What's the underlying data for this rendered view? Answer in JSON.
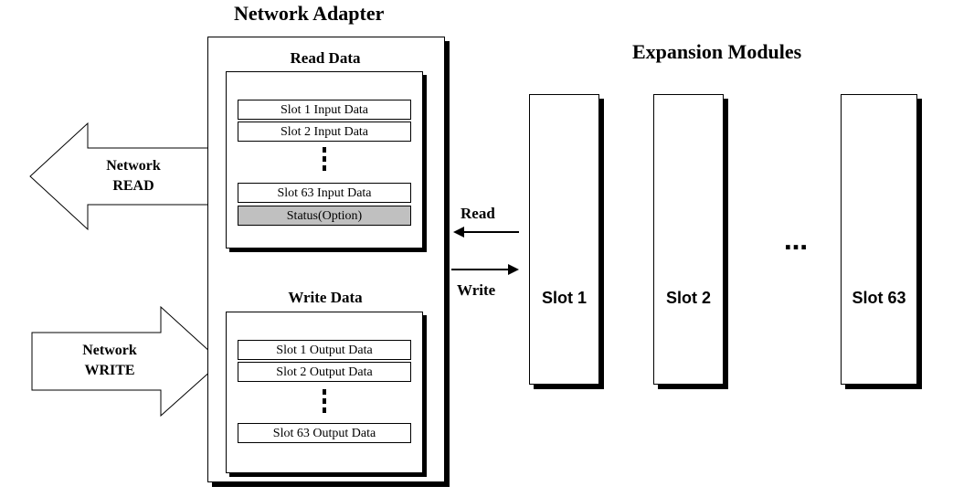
{
  "adapter": {
    "title": "Network Adapter",
    "read_section": {
      "title": "Read Data",
      "rows": [
        "Slot 1 Input Data",
        "Slot 2 Input Data",
        "Slot 63 Input Data",
        "Status(Option)"
      ]
    },
    "write_section": {
      "title": "Write Data",
      "rows": [
        "Slot 1 Output Data",
        "Slot 2 Output Data",
        "Slot 63 Output Data"
      ]
    }
  },
  "network_read": {
    "line1": "Network",
    "line2": "READ"
  },
  "network_write": {
    "line1": "Network",
    "line2": "WRITE"
  },
  "bus": {
    "read_label": "Read",
    "write_label": "Write"
  },
  "expansion": {
    "title": "Expansion Modules",
    "slots": [
      "Slot 1",
      "Slot 2",
      "Slot 63"
    ],
    "ellipsis": "…"
  }
}
